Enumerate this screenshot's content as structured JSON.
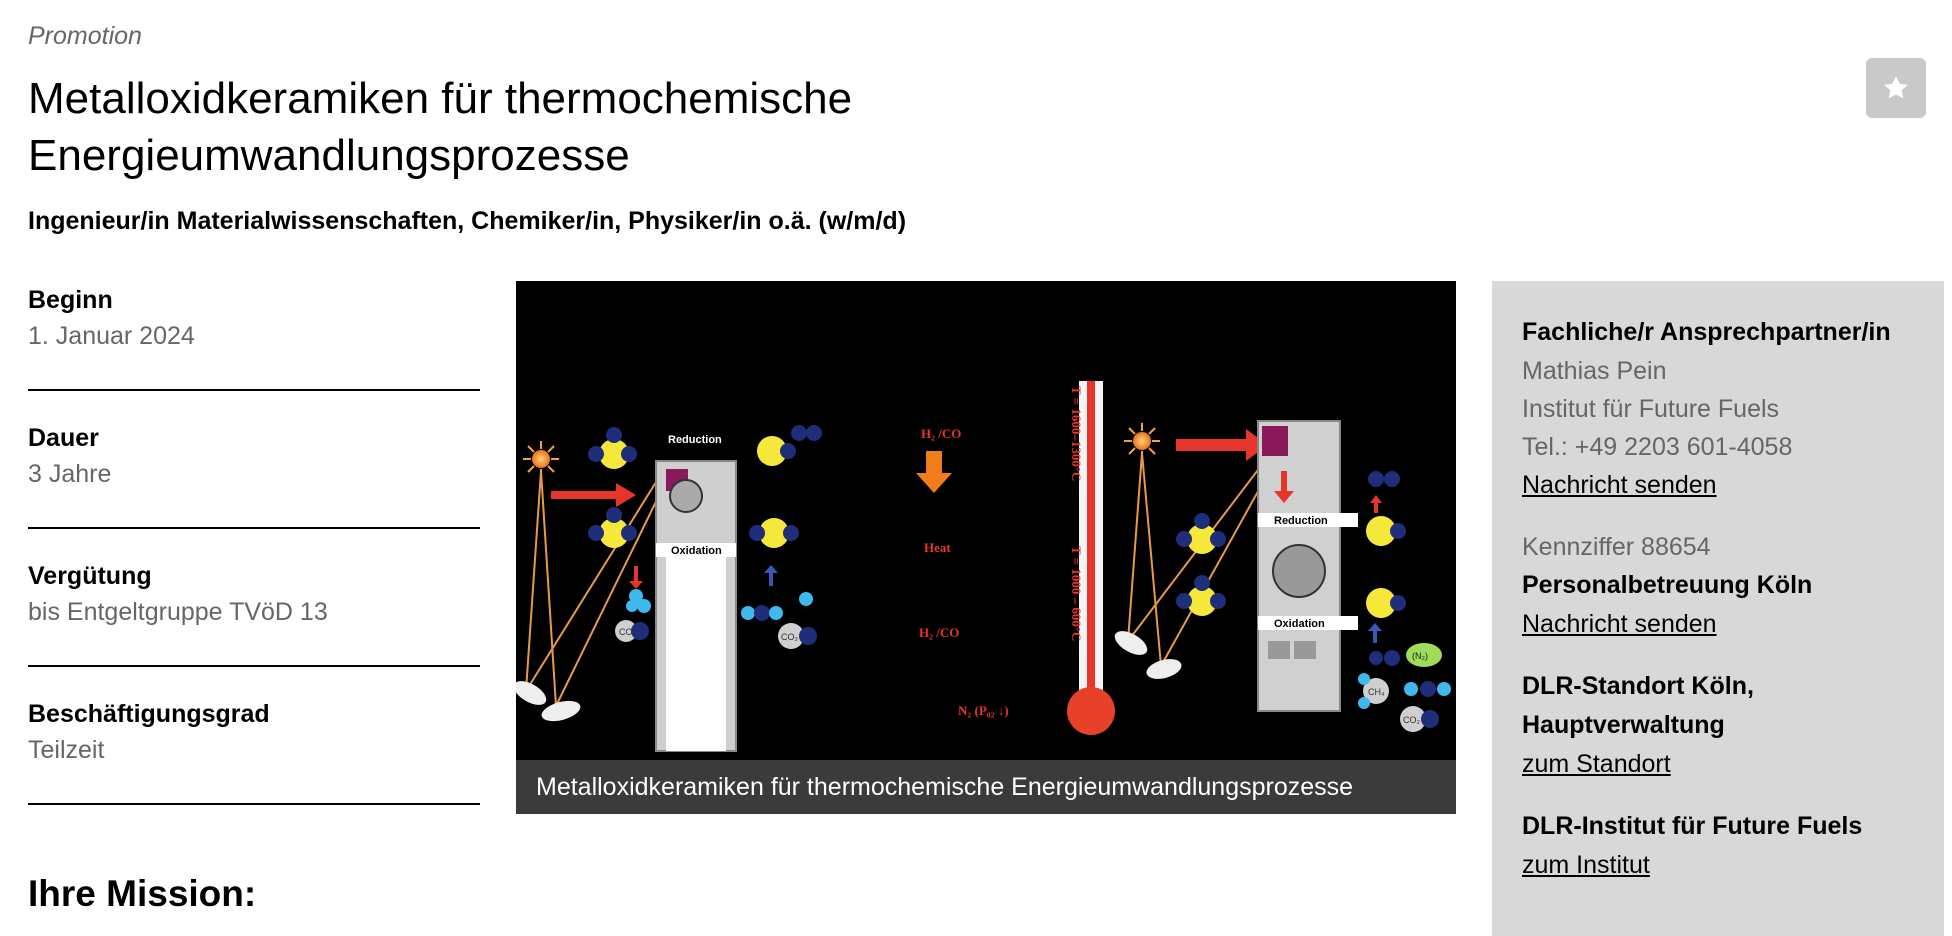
{
  "header": {
    "category": "Promotion",
    "title": "Metalloxidkeramiken für thermochemische Energieumwandlungsprozesse",
    "subtitle": "Ingenieur/in Materialwissenschaften, Chemiker/in, Physiker/in o.ä. (w/m/d)",
    "bookmark_icon": "star-icon"
  },
  "facts": [
    {
      "label": "Beginn",
      "value": "1. Januar 2024"
    },
    {
      "label": "Dauer",
      "value": "3 Jahre"
    },
    {
      "label": "Vergütung",
      "value": "bis Entgeltgruppe TVöD 13"
    },
    {
      "label": "Beschäftigungsgrad",
      "value": "Teilzeit"
    }
  ],
  "figure": {
    "caption": "Metalloxidkeramiken für thermochemische Energieumwandlungsprozesse",
    "labels": {
      "reduction_left": "Reduction",
      "oxidation_left": "Oxidation",
      "h2co_top": "H₂ /CO",
      "heat": "Heat",
      "h2co_bottom": "H₂ /CO",
      "n2": "N₂ (P₀₂ ↓)",
      "temp_high": "T = 1600–1300°C",
      "temp_low": "T = 1000 – 600°C",
      "reduction_right": "Reduction",
      "oxidation_right": "Oxidation",
      "co": "CO",
      "co2_left": "CO₂",
      "ch4": "CH₄",
      "n2_right": "(N₂)",
      "co2_right": "CO₂"
    }
  },
  "mission": {
    "heading": "Ihre Mission:"
  },
  "sidebar": {
    "contact_heading": "Fachliche/r Ansprechpartner/in",
    "contact_name": "Mathias Pein",
    "contact_institute": "Institut für Future Fuels",
    "contact_phone": "Tel.: +49 2203 601-4058",
    "contact_message_link": "Nachricht senden",
    "reference": "Kennziffer 88654",
    "hr_heading": "Personalbetreuung Köln",
    "hr_message_link": "Nachricht senden",
    "site_heading": "DLR-Standort Köln, Hauptverwaltung",
    "site_link": "zum Standort",
    "institute_heading": "DLR-Institut für Future Fuels",
    "institute_link": "zum Institut"
  }
}
